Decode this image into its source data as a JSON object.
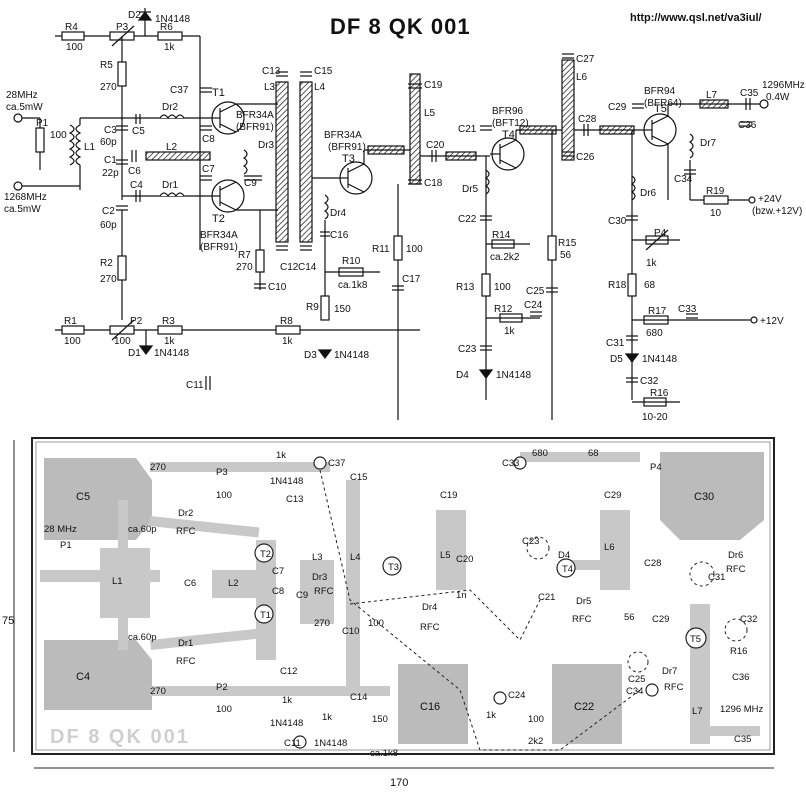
{
  "header": {
    "title": "DF 8 QK 001",
    "url": "http://www.qsl.net/va3iul/"
  },
  "schematic": {
    "io": {
      "input1_freq": "28MHz",
      "input1_power": "ca.5mW",
      "input2_freq": "1268MHz",
      "input2_power": "ca.5mW",
      "output_freq": "1296MHz",
      "output_power": "0.4W",
      "supply1": "+24V",
      "supply1_alt": "(bzw.+12V)",
      "supply2": "+12V"
    },
    "transistors": [
      {
        "ref": "T1",
        "type": "BFR34A",
        "alt": "(BFR91)"
      },
      {
        "ref": "T2",
        "type": "BFR34A",
        "alt": "(BFR91)"
      },
      {
        "ref": "T3",
        "type": "BFR34A",
        "alt": "(BFR91)"
      },
      {
        "ref": "T4",
        "type": "BFR96",
        "alt": "(BFT12)"
      },
      {
        "ref": "T5",
        "type": "BFR94",
        "alt": "(BFR64)"
      }
    ],
    "diodes": [
      {
        "ref": "D1",
        "type": "1N4148"
      },
      {
        "ref": "D2",
        "type": "1N4148"
      },
      {
        "ref": "D3",
        "type": "1N4148"
      },
      {
        "ref": "D4",
        "type": "1N4148"
      },
      {
        "ref": "D5",
        "type": "1N4148"
      }
    ],
    "resistors": [
      {
        "ref": "R1",
        "value": "100"
      },
      {
        "ref": "R2",
        "value": "270"
      },
      {
        "ref": "R3",
        "value": "1k"
      },
      {
        "ref": "R4",
        "value": "100"
      },
      {
        "ref": "R5",
        "value": "270"
      },
      {
        "ref": "R6",
        "value": "1k"
      },
      {
        "ref": "R7",
        "value": "270"
      },
      {
        "ref": "R8",
        "value": "1k"
      },
      {
        "ref": "R9",
        "value": "150"
      },
      {
        "ref": "R10",
        "value": "ca.1k8"
      },
      {
        "ref": "R11",
        "value": "100"
      },
      {
        "ref": "R12",
        "value": "1k"
      },
      {
        "ref": "R13",
        "value": "100"
      },
      {
        "ref": "R14",
        "value": "ca.2k2"
      },
      {
        "ref": "R15",
        "value": "56"
      },
      {
        "ref": "R16",
        "value": "10-20"
      },
      {
        "ref": "R17",
        "value": "680"
      },
      {
        "ref": "R18",
        "value": "68"
      },
      {
        "ref": "R19",
        "value": "10"
      }
    ],
    "pots": [
      {
        "ref": "P1",
        "value": "100"
      },
      {
        "ref": "P2",
        "value": "100"
      },
      {
        "ref": "P3",
        "value": ""
      },
      {
        "ref": "P4",
        "value": "1k"
      }
    ],
    "caps": [
      {
        "ref": "C1",
        "value": "22p"
      },
      {
        "ref": "C2",
        "value": "60p"
      },
      {
        "ref": "C3",
        "value": "60p"
      },
      {
        "ref": "C4"
      },
      {
        "ref": "C5"
      },
      {
        "ref": "C6"
      },
      {
        "ref": "C7"
      },
      {
        "ref": "C8"
      },
      {
        "ref": "C9"
      },
      {
        "ref": "C10"
      },
      {
        "ref": "C11"
      },
      {
        "ref": "C12"
      },
      {
        "ref": "C13"
      },
      {
        "ref": "C14"
      },
      {
        "ref": "C15"
      },
      {
        "ref": "C16"
      },
      {
        "ref": "C17"
      },
      {
        "ref": "C18"
      },
      {
        "ref": "C19"
      },
      {
        "ref": "C20"
      },
      {
        "ref": "C21"
      },
      {
        "ref": "C22"
      },
      {
        "ref": "C23"
      },
      {
        "ref": "C24"
      },
      {
        "ref": "C25"
      },
      {
        "ref": "C26"
      },
      {
        "ref": "C27"
      },
      {
        "ref": "C28"
      },
      {
        "ref": "C29"
      },
      {
        "ref": "C30"
      },
      {
        "ref": "C31"
      },
      {
        "ref": "C32"
      },
      {
        "ref": "C33"
      },
      {
        "ref": "C34"
      },
      {
        "ref": "C35"
      },
      {
        "ref": "C36"
      },
      {
        "ref": "C37"
      }
    ],
    "inductors": [
      "L1",
      "L2",
      "L3",
      "L4",
      "L5",
      "L6",
      "L7"
    ],
    "chokes": [
      "Dr1",
      "Dr2",
      "Dr3",
      "Dr4",
      "Dr5",
      "Dr6",
      "Dr7"
    ]
  },
  "pcb": {
    "title": "DF 8 QK 001",
    "dim_width": "170",
    "dim_height": "75",
    "labels": {
      "c5": "C5",
      "c4": "C4",
      "c16": "C16",
      "c22": "C22",
      "c30": "C30",
      "ca60p_top": "ca.60p",
      "ca60p_bot": "ca.60p",
      "rfc": "RFC",
      "mhz28": "28 MHz",
      "mhz1296": "1296 MHz",
      "r270": "270",
      "r100": "100",
      "r1k": "1k",
      "r150": "150",
      "r680": "680",
      "r68": "68",
      "r2k2": "2k2",
      "r1k8": "ca.1k8",
      "n4148": "1N4148",
      "n1": "1n",
      "l1": "L1",
      "l2": "L2",
      "l3": "L3",
      "l4": "L4",
      "l5": "L5",
      "l6": "L6",
      "l7": "L7",
      "p1": "P1",
      "p2": "P2",
      "p3": "P3",
      "p4": "P4",
      "t1": "T1",
      "t2": "T2",
      "t3": "T3",
      "t4": "T4",
      "t5": "T5",
      "dr1": "Dr1",
      "dr2": "Dr2",
      "dr3": "Dr3",
      "dr4": "Dr4",
      "dr5": "Dr5",
      "dr6": "Dr6",
      "dr7": "Dr7",
      "d4": "D4",
      "c6": "C6",
      "c7": "C7",
      "c8": "C8",
      "c9": "C9",
      "c10": "C10",
      "c11": "C11",
      "c12": "C12",
      "c13": "C13",
      "c14": "C14",
      "c15": "C15",
      "c19": "C19",
      "c20": "C20",
      "c21": "C21",
      "c23": "C23",
      "c24": "C24",
      "c25": "C25",
      "c28": "C28",
      "c29": "C29",
      "c31": "C31",
      "c32": "C32",
      "c33": "C33",
      "c34": "C34",
      "c35": "C35",
      "c36": "C36",
      "c37": "C37",
      "r16": "R16",
      "r56": "56"
    }
  }
}
